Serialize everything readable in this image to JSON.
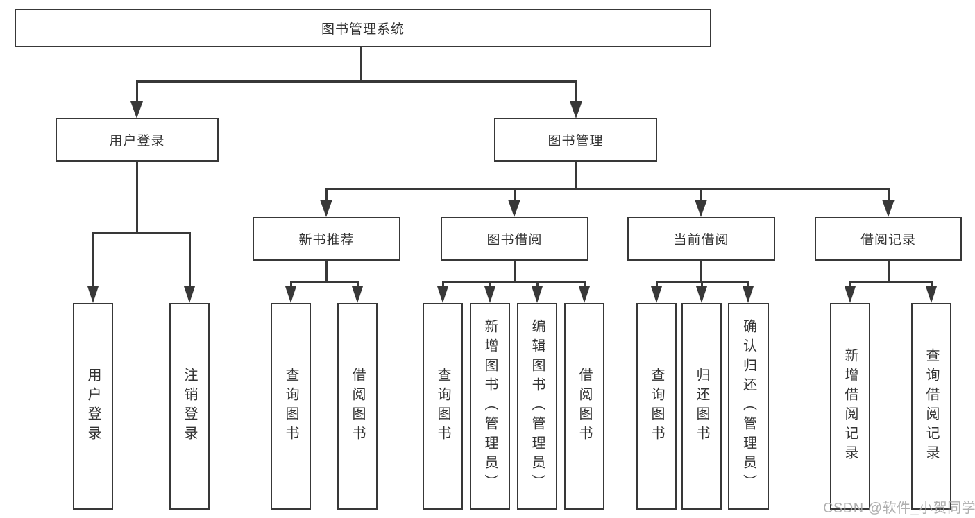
{
  "nodes": {
    "root": "图书管理系统",
    "user_login": "用户登录",
    "book_management": "图书管理",
    "new_book_recommend": "新书推荐",
    "book_borrowing": "图书借阅",
    "current_borrowing": "当前借阅",
    "borrowing_records": "借阅记录"
  },
  "leaves": {
    "user_login_group": [
      "用户登录",
      "注销登录"
    ],
    "new_book_group": [
      "查询图书",
      "借阅图书"
    ],
    "book_borrowing_group": [
      "查询图书",
      "新增图书（管理员）",
      "编辑图书（管理员）",
      "借阅图书"
    ],
    "current_borrowing_group": [
      "查询图书",
      "归还图书",
      "确认归还（管理员）"
    ],
    "borrowing_records_group": [
      "新增借阅记录",
      "查询借阅记录"
    ]
  },
  "watermark": "CSDN @软件_小贺同学",
  "colors": {
    "line": "#383838",
    "text": "#333333",
    "box_background": "#ffffff",
    "watermark": "#a9a9a9"
  }
}
